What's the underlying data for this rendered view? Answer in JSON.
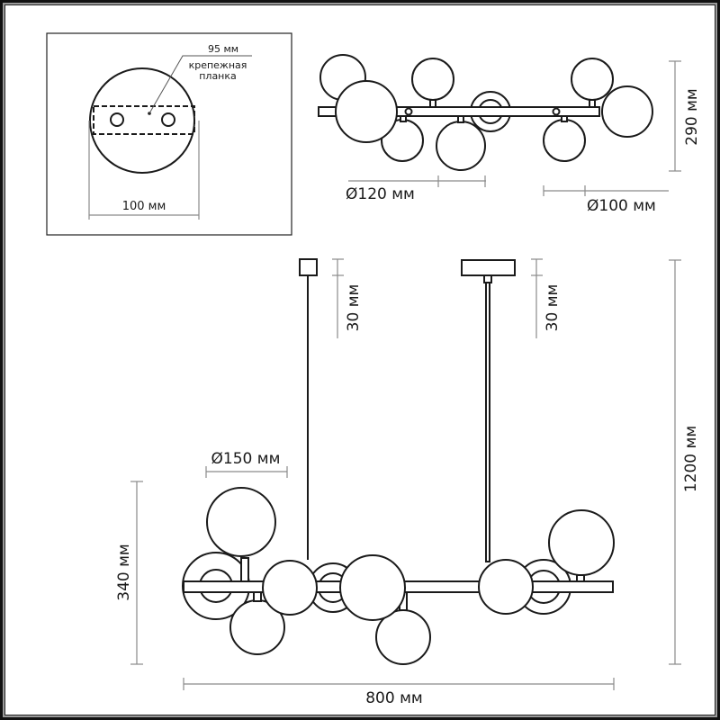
{
  "inset": {
    "label_width": "95 мм",
    "label_part_line1": "крепежная",
    "label_part_line2": "планка",
    "label_diameter": "100 мм"
  },
  "top_view": {
    "label_shade_small": "Ø120 мм",
    "label_shade_tiny": "Ø100 мм",
    "label_depth": "290 мм"
  },
  "front_view": {
    "label_canopy_left_height": "30 мм",
    "label_canopy_right_height": "30 мм",
    "label_shade_large": "Ø150 мм",
    "label_body_height": "340 мм",
    "label_total_height": "1200 мм",
    "label_width": "800 мм"
  },
  "colors": {
    "line": "#1a1a1a",
    "dimension": "#8a8a8a",
    "frame_gray": "#9a9a9a",
    "background": "#ffffff"
  }
}
